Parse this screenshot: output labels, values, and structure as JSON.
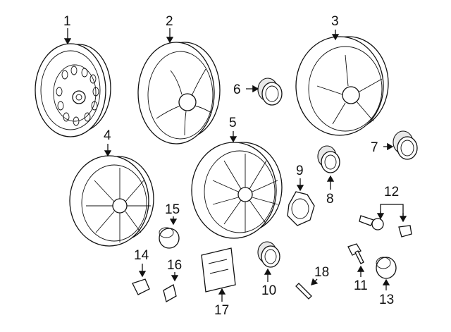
{
  "diagram": {
    "callouts": [
      {
        "id": "1",
        "label": "1"
      },
      {
        "id": "2",
        "label": "2"
      },
      {
        "id": "3",
        "label": "3"
      },
      {
        "id": "4",
        "label": "4"
      },
      {
        "id": "5",
        "label": "5"
      },
      {
        "id": "6",
        "label": "6"
      },
      {
        "id": "7",
        "label": "7"
      },
      {
        "id": "8",
        "label": "8"
      },
      {
        "id": "9",
        "label": "9"
      },
      {
        "id": "10",
        "label": "10"
      },
      {
        "id": "11",
        "label": "11"
      },
      {
        "id": "12",
        "label": "12"
      },
      {
        "id": "13",
        "label": "13"
      },
      {
        "id": "14",
        "label": "14"
      },
      {
        "id": "15",
        "label": "15"
      },
      {
        "id": "16",
        "label": "16"
      },
      {
        "id": "17",
        "label": "17"
      },
      {
        "id": "18",
        "label": "18"
      }
    ],
    "colors": {
      "line": "#111111",
      "background": "#ffffff"
    }
  }
}
